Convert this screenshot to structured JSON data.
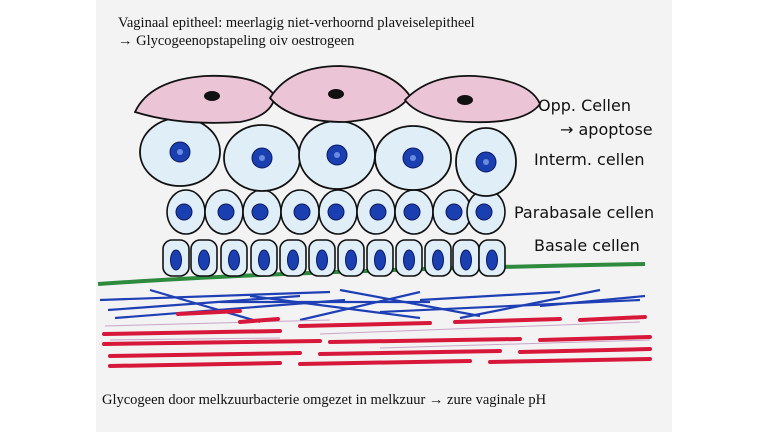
{
  "caption_top": {
    "line1": "Vaginaal epitheel: meerlagig niet-verhoornd plaveiselepitheel",
    "line2": "→ Glycogeenopstapeling oiv oestrogeen"
  },
  "labels": {
    "superficial": "Opp. Cellen",
    "apoptosis": "→ apoptose",
    "intermediate": "Interm. cellen",
    "parabasal": "Parabasale cellen",
    "basal": "Basale cellen"
  },
  "caption_bottom": "Glycogeen door melkzuurbacterie omgezet in melkzuur → zure vaginale pH",
  "colors": {
    "superficial_fill": "#ebc4d6",
    "cell_fill": "#dfeef7",
    "nucleus": "#1a3fb0",
    "basement_membrane": "#2e8b3e",
    "collagen_blue": "#1f3fb5",
    "collagen_red": "#d8183a"
  }
}
